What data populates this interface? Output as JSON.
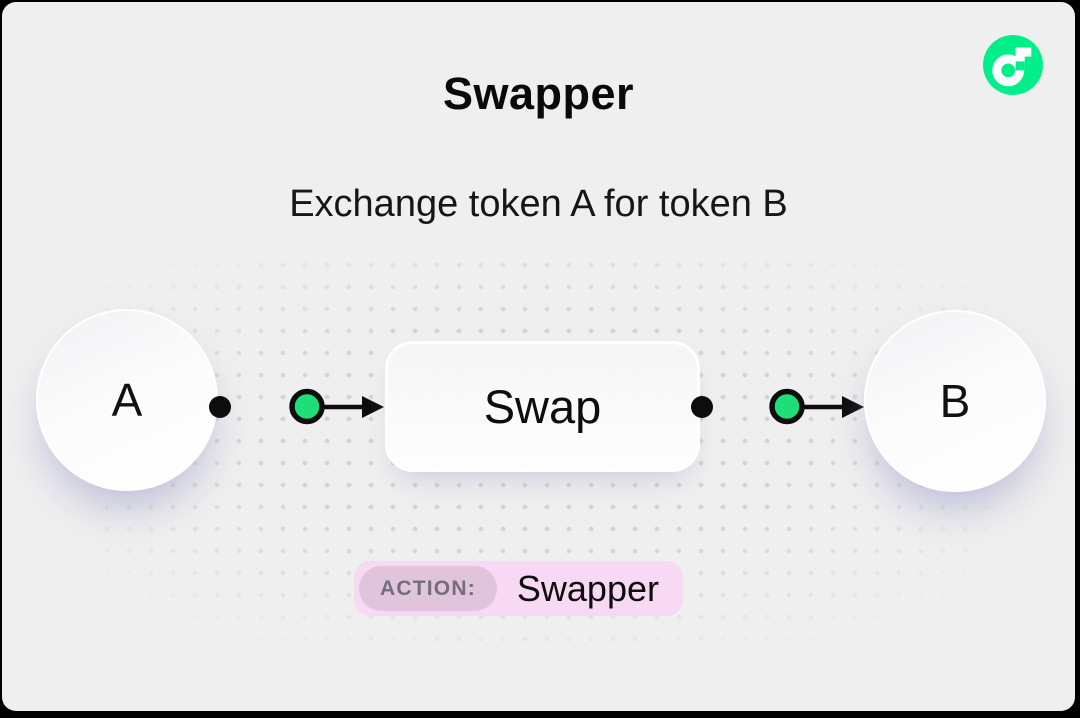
{
  "header": {
    "title": "Swapper",
    "subtitle": "Exchange token A for token B"
  },
  "logo": {
    "name": "flow-blockchain-logo",
    "color": "#00EF8B"
  },
  "diagram": {
    "nodes": [
      {
        "id": "input-token",
        "label": "A",
        "type": "token-circle"
      },
      {
        "id": "process",
        "label": "Swap",
        "type": "process-box"
      },
      {
        "id": "output-token",
        "label": "B",
        "type": "token-circle"
      }
    ],
    "edges": [
      {
        "from": "A",
        "to": "Swap"
      },
      {
        "from": "Swap",
        "to": "B"
      }
    ],
    "accent_green": "#1EDE75",
    "line_color": "#0d0d0d"
  },
  "action": {
    "label": "ACTION:",
    "value": "Swapper",
    "pill_bg": "#F8D9F4",
    "label_bg": "#DFC4DB"
  },
  "colors": {
    "card_bg": "#EFEFEF",
    "dot_color": "#D4D4D4",
    "text": "#0A0A0A"
  }
}
